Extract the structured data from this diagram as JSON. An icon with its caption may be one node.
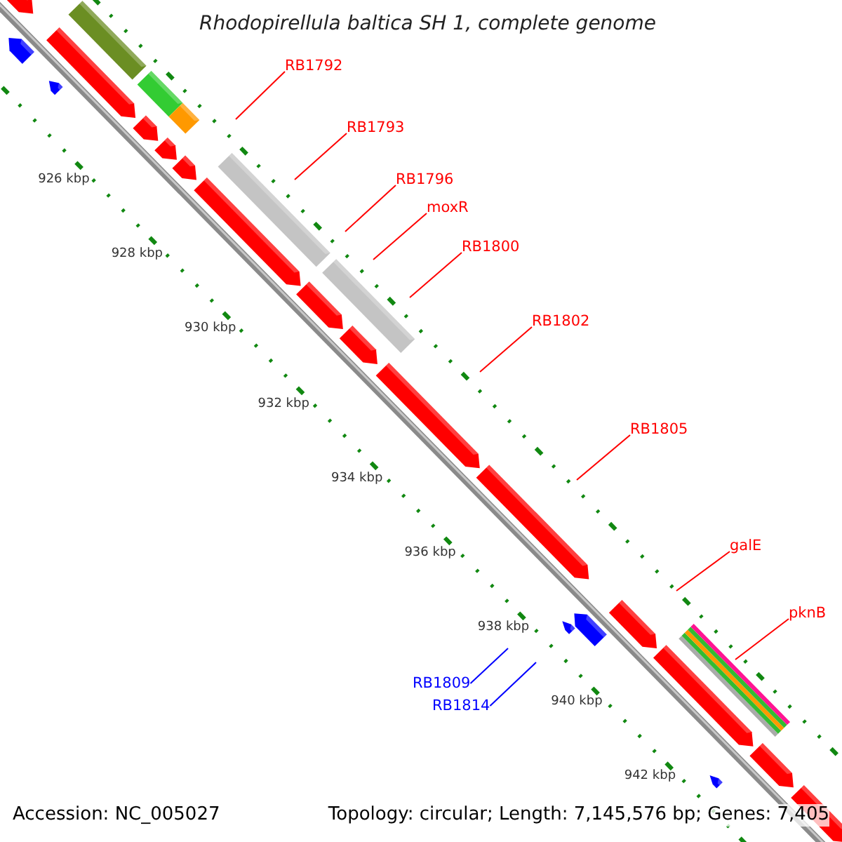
{
  "diagram": {
    "title": "Rhodopirellula baltica SH 1, complete genome",
    "nodes": [
      {
        "text": [
          "RB1792"
        ]
      },
      {
        "text": [
          "RB1793"
        ]
      },
      {
        "text": [
          "RB1796"
        ]
      },
      {
        "text": [
          "moxR"
        ]
      },
      {
        "text": [
          "RB1800"
        ]
      },
      {
        "text": [
          "RB1802"
        ]
      },
      {
        "text": [
          "RB1805"
        ]
      },
      {
        "text": [
          "galE"
        ]
      },
      {
        "text": [
          "pknB"
        ]
      },
      {
        "text": [
          "RB1809"
        ]
      },
      {
        "text": [
          "RB1814"
        ]
      }
    ],
    "edges": [
      {
        "from": 0,
        "to": null,
        "arrow": "none"
      },
      {
        "from": 1,
        "to": null,
        "arrow": "none"
      },
      {
        "from": 2,
        "to": null,
        "arrow": "none"
      },
      {
        "from": 3,
        "to": null,
        "arrow": "none"
      },
      {
        "from": 4,
        "to": null,
        "arrow": "none"
      },
      {
        "from": 5,
        "to": null,
        "arrow": "none"
      },
      {
        "from": 6,
        "to": null,
        "arrow": "none"
      },
      {
        "from": 7,
        "to": null,
        "arrow": "none"
      },
      {
        "from": 8,
        "to": null,
        "arrow": "none"
      },
      {
        "from": 9,
        "to": null,
        "arrow": "none",
        "color": "#0000ff"
      },
      {
        "from": 10,
        "to": null,
        "arrow": "none",
        "color": "#0000ff"
      }
    ],
    "labels": [
      "926 kbp",
      "928 kbp",
      "930 kbp",
      "932 kbp",
      "934 kbp",
      "936 kbp",
      "938 kbp",
      "940 kbp",
      "942 kbp",
      "Accession: NC_005027",
      "Topology: circular; Length: 7,145,576 bp; Genes: 7,405"
    ]
  }
}
